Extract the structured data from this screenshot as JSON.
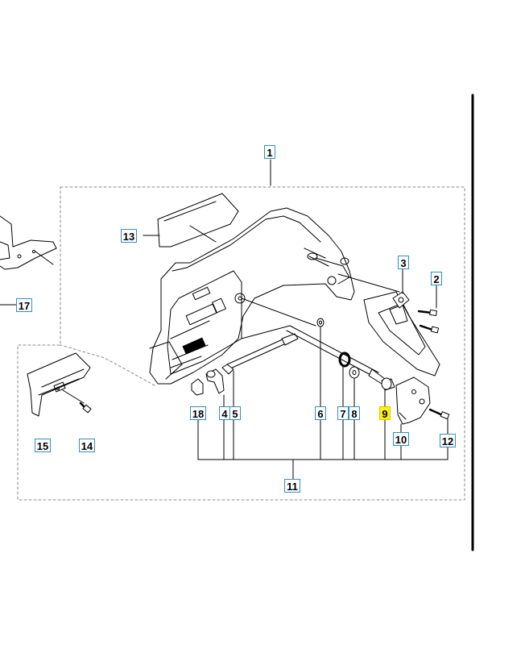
{
  "colors": {
    "callout_border": "#2a8fd0",
    "highlight": "#fff200",
    "line": "#000000",
    "dash": "#8a8a8a"
  },
  "callouts": [
    {
      "id": "c1",
      "label": "1",
      "highlighted": false
    },
    {
      "id": "c2",
      "label": "2",
      "highlighted": false
    },
    {
      "id": "c3",
      "label": "3",
      "highlighted": false
    },
    {
      "id": "c4",
      "label": "4",
      "highlighted": false
    },
    {
      "id": "c5",
      "label": "5",
      "highlighted": false
    },
    {
      "id": "c6",
      "label": "6",
      "highlighted": false
    },
    {
      "id": "c7",
      "label": "7",
      "highlighted": false
    },
    {
      "id": "c8",
      "label": "8",
      "highlighted": false
    },
    {
      "id": "c9",
      "label": "9",
      "highlighted": true
    },
    {
      "id": "c10",
      "label": "10",
      "highlighted": false
    },
    {
      "id": "c11",
      "label": "11",
      "highlighted": false
    },
    {
      "id": "c12",
      "label": "12",
      "highlighted": false
    },
    {
      "id": "c13",
      "label": "13",
      "highlighted": false
    },
    {
      "id": "c14",
      "label": "14",
      "highlighted": false
    },
    {
      "id": "c15",
      "label": "15",
      "highlighted": false
    },
    {
      "id": "c17",
      "label": "17",
      "highlighted": false
    },
    {
      "id": "c18",
      "label": "18",
      "highlighted": false
    }
  ]
}
